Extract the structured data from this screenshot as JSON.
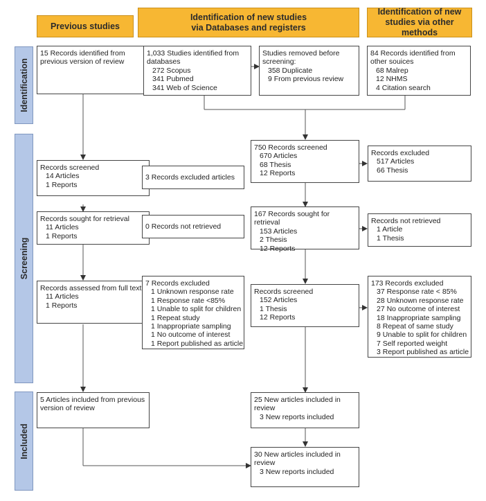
{
  "headers": {
    "previous": "Previous studies",
    "databases": [
      "Identification of new studies",
      "via Databases and registers"
    ],
    "other": [
      "Identification of new",
      "studies via other methods"
    ]
  },
  "phases": {
    "identification": "Identification",
    "screening": "Screening",
    "included": "Included"
  },
  "boxes": {
    "prev_identified": {
      "title": "15 Records identified from previous version of review",
      "items": []
    },
    "db_identified": {
      "title": "1,033 Studies identified from databases",
      "items": [
        "272 Scopus",
        "341 Pubmed",
        "341 Web of Science"
      ]
    },
    "db_removed": {
      "title": "Studies removed before screening:",
      "items": [
        "358 Duplicate",
        "9 From previous review"
      ]
    },
    "other_identified": {
      "title": "84 Records identified from other souices",
      "items": [
        "68 Malrep",
        "12 NHMS",
        "4 Citation search"
      ]
    },
    "prev_screened": {
      "title": "Records screened",
      "items": [
        "14 Articles",
        "1 Reports"
      ]
    },
    "prev_excluded": {
      "title": "3 Records excluded articles",
      "items": []
    },
    "db_screened": {
      "title": "750 Records screened",
      "items": [
        "670 Articles",
        "68 Thesis",
        "12 Reports"
      ]
    },
    "db_excluded": {
      "title": "Records excluded",
      "items": [
        "517 Articles",
        "66 Thesis"
      ]
    },
    "prev_sought": {
      "title": "Records sought for retrieval",
      "items": [
        "11 Articles",
        "1 Reports"
      ]
    },
    "prev_not_retrieved": {
      "title": "0 Records not retrieved",
      "items": []
    },
    "db_sought": {
      "title": "167 Records sought for retrieval",
      "items": [
        "153 Articles",
        "2 Thesis",
        "12 Reports"
      ]
    },
    "db_not_retrieved": {
      "title": "Records not retrieved",
      "items": [
        "1 Article",
        "1 Thesis"
      ]
    },
    "prev_assessed": {
      "title": "Records assessed from full text",
      "items": [
        "11 Articles",
        "1 Reports"
      ]
    },
    "prev_assess_excluded": {
      "title": "7 Records excluded",
      "items": [
        "1 Unknown response rate",
        "1 Response rate <85%",
        "1 Unable to split for children",
        "1 Repeat study",
        "1 Inappropriate sampling",
        "1 No outcome of interest",
        "1 Report published as article"
      ]
    },
    "db_assessed": {
      "title": "Records screened",
      "items": [
        "152 Articles",
        "1 Thesis",
        "12 Reports"
      ]
    },
    "db_assess_excluded": {
      "title": "173 Records excluded",
      "items": [
        "37 Response rate < 85%",
        "28 Unknown response rate",
        "27 No outcome of interest",
        "18 Inappropriate sampling",
        "8 Repeat of same study",
        "9 Unable to split for children",
        "7 Self reported weight",
        "3 Report published as article"
      ]
    },
    "prev_included": {
      "title": "5 Articles included from previous version of review",
      "items": []
    },
    "new_included": {
      "title": "25 New articles included in review",
      "items": [
        "3 New reports included"
      ]
    },
    "total_included": {
      "title": "30 New articles included in review",
      "items": [
        "3 New reports included"
      ]
    }
  }
}
